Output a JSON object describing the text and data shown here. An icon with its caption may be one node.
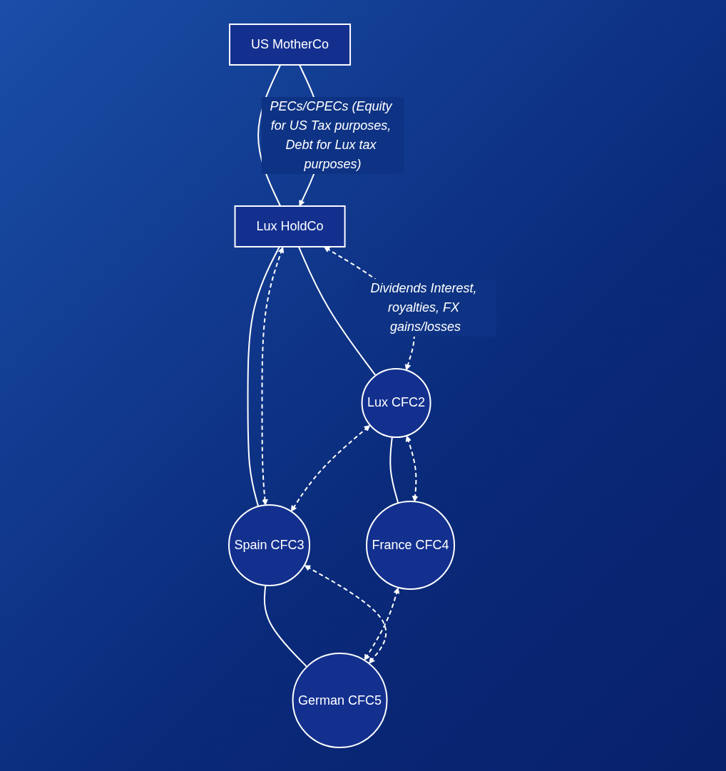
{
  "diagram": {
    "nodes": [
      {
        "text": [
          "US MotherCo"
        ]
      },
      {
        "text": [
          "Lux HoldCo"
        ]
      },
      {
        "text": [
          "Lux CFC2"
        ]
      },
      {
        "text": [
          "Spain CFC3"
        ]
      },
      {
        "text": [
          "France CFC4"
        ]
      },
      {
        "text": [
          "German CFC5"
        ]
      }
    ],
    "edges": [
      {
        "from": 0,
        "to": 1,
        "arrow": "none"
      },
      {
        "from": 0,
        "to": 1,
        "arrow": "to",
        "label": "PECs/CPECs (Equity for US Tax purposes, Debt for Lux tax purposes)"
      },
      {
        "from": 1,
        "to": 2,
        "arrow": "none"
      },
      {
        "from": 1,
        "to": 3,
        "arrow": "none"
      },
      {
        "from": 1,
        "to": 2,
        "arrow": "both",
        "style": "dashed",
        "label": "Dividends Interest, royalties, FX gains/losses"
      },
      {
        "from": 1,
        "to": 3,
        "arrow": "both",
        "style": "dashed"
      },
      {
        "from": 2,
        "to": 3,
        "arrow": "both",
        "style": "dashed"
      },
      {
        "from": 2,
        "to": 4,
        "arrow": "none"
      },
      {
        "from": 3,
        "to": 5,
        "arrow": "none"
      },
      {
        "from": 2,
        "to": 4,
        "arrow": "both",
        "style": "dashed"
      },
      {
        "from": 4,
        "to": 5,
        "arrow": "both",
        "style": "dashed"
      },
      {
        "from": 3,
        "to": 5,
        "arrow": "both",
        "style": "dashed"
      }
    ]
  }
}
